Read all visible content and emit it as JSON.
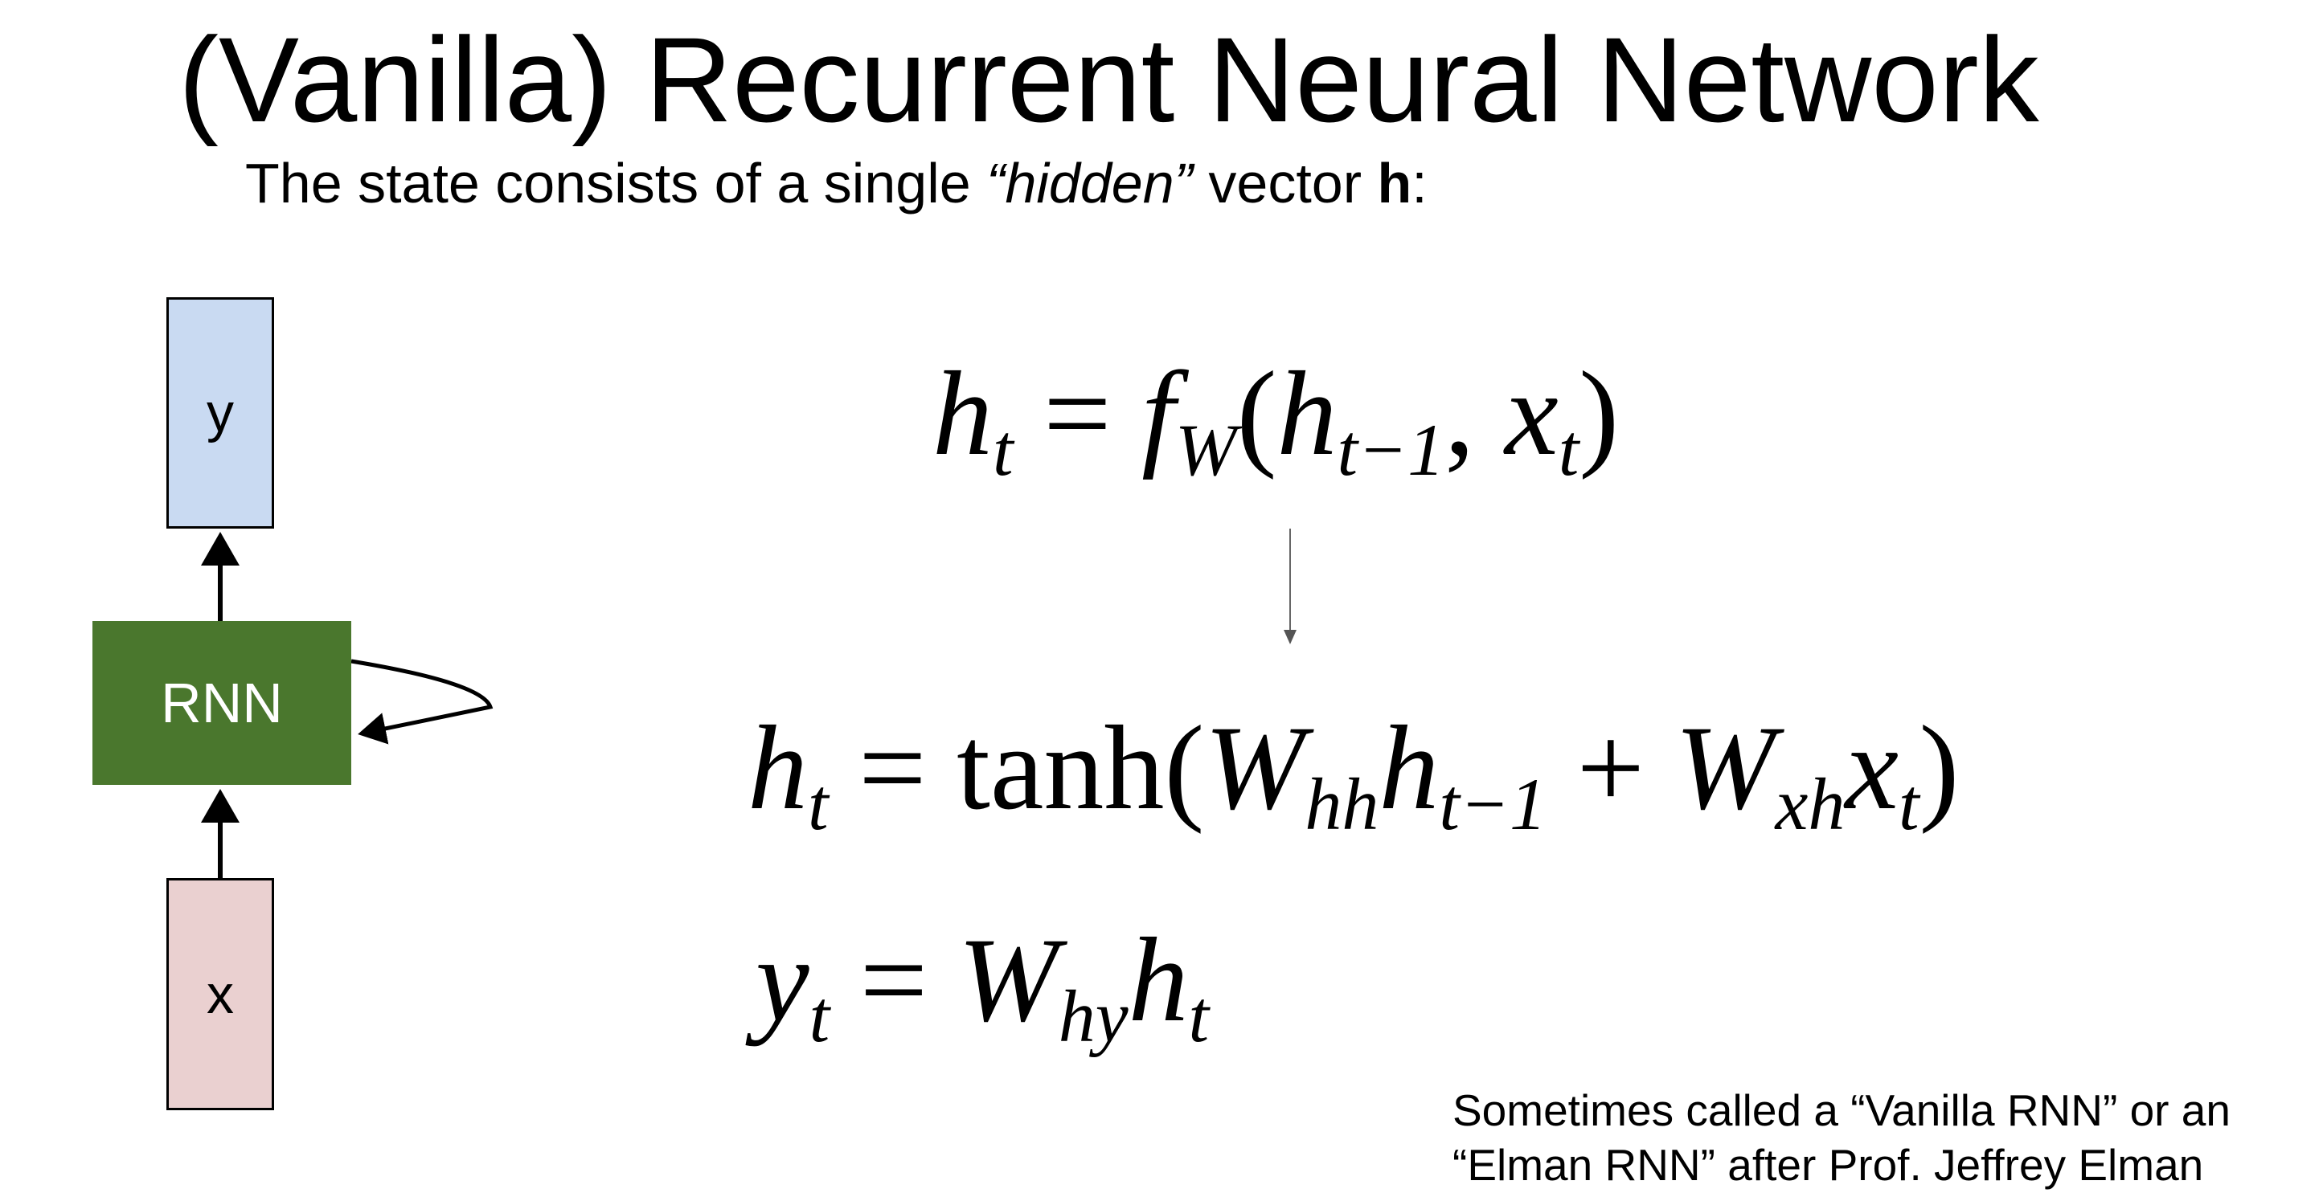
{
  "title": "(Vanilla) Recurrent Neural Network",
  "subtitle": {
    "prefix": "The state consists of a single ",
    "italic": "“hidden”",
    "middle": " vector ",
    "bold": "h",
    "suffix": ":"
  },
  "diagram": {
    "output_label": "y",
    "rnn_label": "RNN",
    "input_label": "x",
    "colors": {
      "output": "#c9daf2",
      "rnn": "#4a772d",
      "input": "#ead0d0"
    }
  },
  "equations": {
    "eq1": {
      "lhs": "h",
      "lhs_sub": "t",
      "eq": "=",
      "f": "f",
      "f_sub": "W",
      "open": "(",
      "h": "h",
      "h_sub": "t−1",
      "comma": ",",
      "x": "x",
      "x_sub": "t",
      "close": ")"
    },
    "eq2": {
      "lhs": "h",
      "lhs_sub": "t",
      "eq": "=",
      "fn": "tanh(",
      "w1": "W",
      "w1_sub": "hh",
      "h": "h",
      "h_sub": "t−1",
      "plus": "+",
      "w2": "W",
      "w2_sub": "xh",
      "x": "x",
      "x_sub": "t",
      "close": ")"
    },
    "eq3": {
      "lhs": "y",
      "lhs_sub": "t",
      "eq": "=",
      "w": "W",
      "w_sub": "hy",
      "h": "h",
      "h_sub": "t"
    }
  },
  "note": {
    "line1": "Sometimes called a “Vanilla RNN” or an",
    "line2": "“Elman RNN” after Prof. Jeffrey Elman"
  }
}
